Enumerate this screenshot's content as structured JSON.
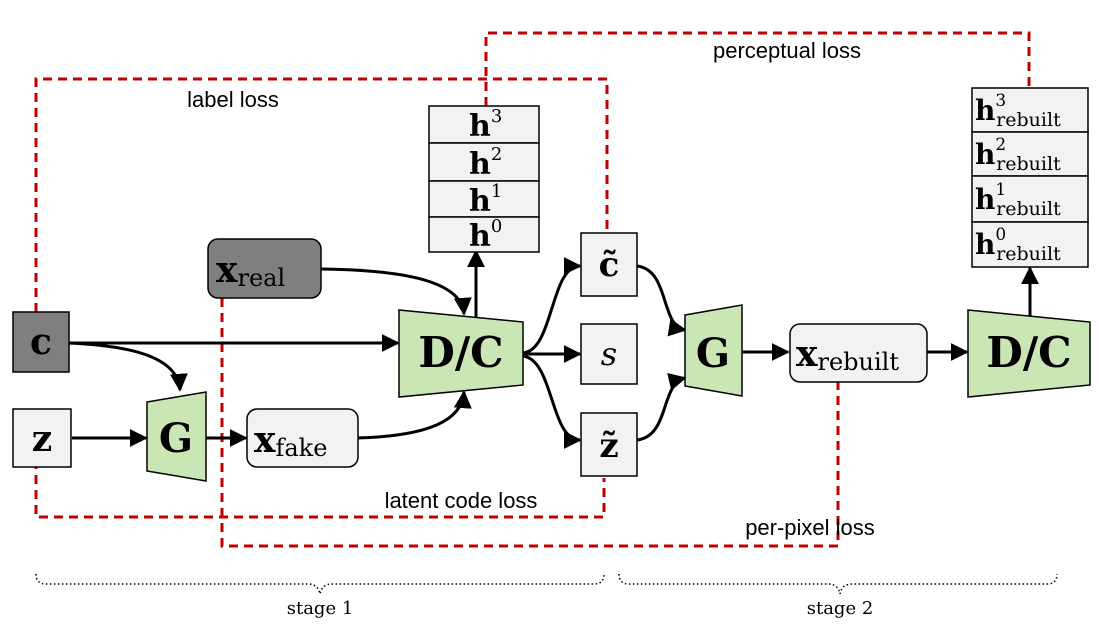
{
  "colors": {
    "loss": "#c00000",
    "network": "#c9e6b4",
    "given": "#7f7f7f",
    "box": "#f2f2f2",
    "stroke": "#000000"
  },
  "losses": {
    "label": "label loss",
    "perceptual": "perceptual loss",
    "latent": "latent code loss",
    "per_pixel": "per-pixel loss"
  },
  "inputs": {
    "c": "c",
    "z": "z",
    "x_real": {
      "base": "x",
      "sub": "real"
    }
  },
  "networks": {
    "generator": "G",
    "disc_class": "D/C"
  },
  "samples": {
    "x_fake": {
      "base": "x",
      "sub": "fake"
    },
    "x_rebuilt": {
      "base": "x",
      "sub": "rebuilt"
    }
  },
  "outputs": {
    "c_tilde": "c̃",
    "s": "s",
    "z_tilde": "z̃"
  },
  "features": [
    {
      "base": "h",
      "sup": "3"
    },
    {
      "base": "h",
      "sup": "2"
    },
    {
      "base": "h",
      "sup": "1"
    },
    {
      "base": "h",
      "sup": "0"
    }
  ],
  "features_rebuilt": [
    {
      "base": "h",
      "sup": "3",
      "sub": "rebuilt"
    },
    {
      "base": "h",
      "sup": "2",
      "sub": "rebuilt"
    },
    {
      "base": "h",
      "sup": "1",
      "sub": "rebuilt"
    },
    {
      "base": "h",
      "sup": "0",
      "sub": "rebuilt"
    }
  ],
  "stages": {
    "stage1": "stage 1",
    "stage2": "stage 2"
  }
}
